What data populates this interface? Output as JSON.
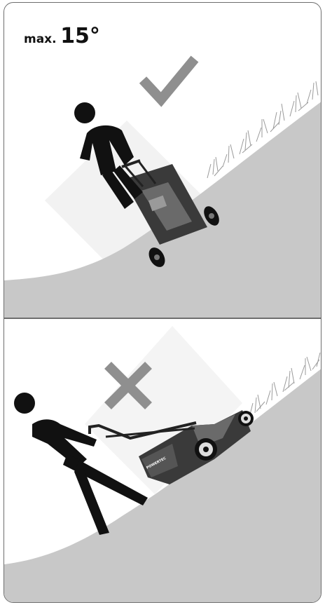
{
  "slope_limit": {
    "prefix": "max.",
    "angle": "15°"
  },
  "panels": [
    {
      "state": "allowed",
      "indicator": "checkmark-icon",
      "indicator_color": "#8f8f8f"
    },
    {
      "state": "not-allowed",
      "indicator": "cross-icon",
      "indicator_color": "#8f8f8f"
    }
  ],
  "mower_brand": "POWERTEC",
  "colors": {
    "slope_fill": "#c8c8c8",
    "figure": "#111111",
    "mower_dark": "#3a3a3a",
    "mower_mid": "#6a6a6a",
    "border": "#6e6e6e"
  }
}
